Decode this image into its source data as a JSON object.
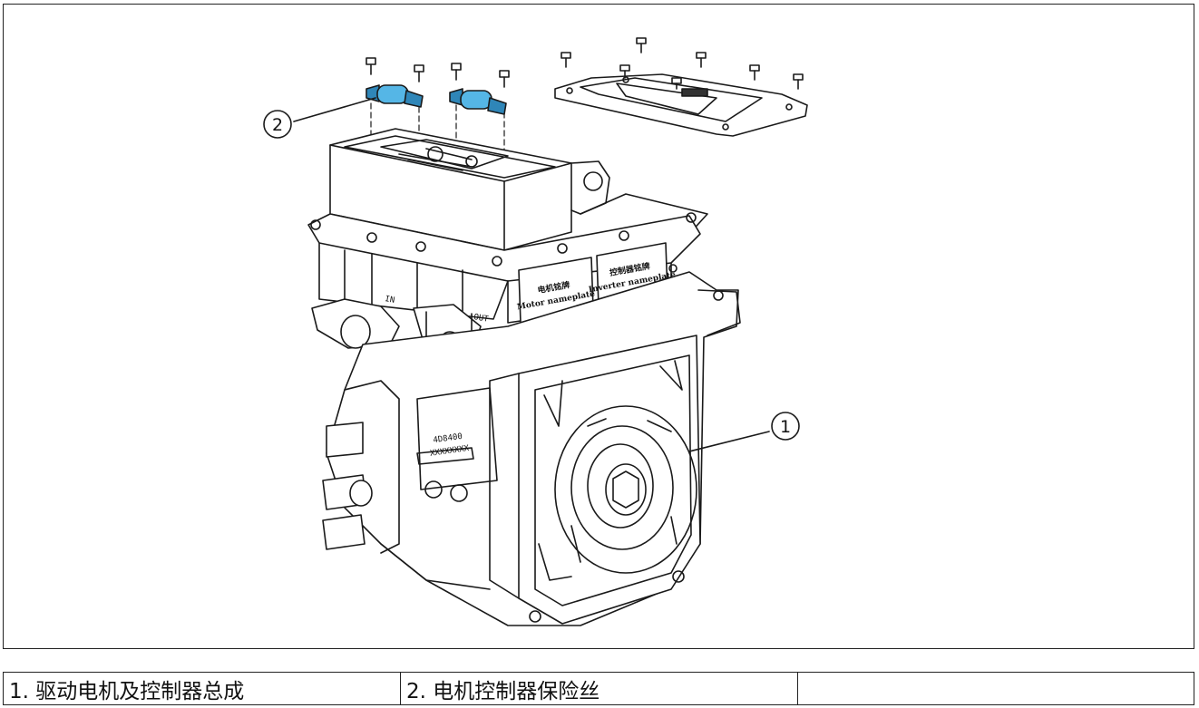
{
  "callouts": [
    {
      "number": "1"
    },
    {
      "number": "2"
    }
  ],
  "nameplates": {
    "motor": {
      "cn": "电机铭牌",
      "en": "Motor nameplate"
    },
    "inverter": {
      "cn": "控制器铭牌",
      "en": "Inverter nameplate"
    }
  },
  "housing_marks": {
    "model": "4D8400",
    "serial": "XXXXXXXX",
    "port_in": "IN",
    "port_out": "OUT"
  },
  "legend": {
    "items": [
      "1. 驱动电机及控制器总成",
      "2. 电机控制器保险丝",
      ""
    ]
  },
  "colors": {
    "line": "#1a1a1a",
    "fuse_fill": "#55b6e6",
    "fuse_dark": "#2f86b8"
  }
}
